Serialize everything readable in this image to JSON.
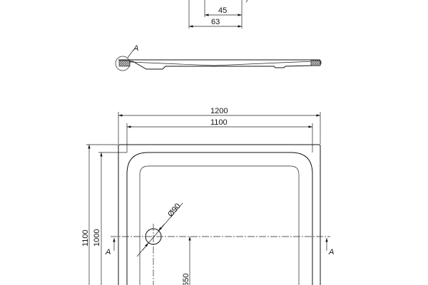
{
  "detail_dims": {
    "inner": "45",
    "outer": "63"
  },
  "section_label": "A",
  "plan_dims": {
    "overall_width": "1200",
    "inner_width": "1100",
    "overall_depth": "1100",
    "inner_depth": "1000",
    "drain_diameter": "Ø90",
    "drain_offset": "650"
  },
  "section_markers": {
    "left": "A",
    "right": "A"
  }
}
